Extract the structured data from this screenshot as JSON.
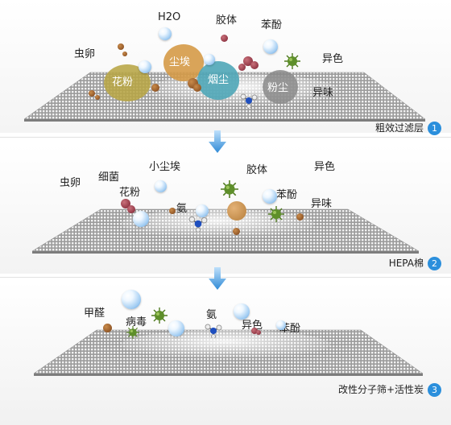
{
  "stage1": {
    "labels": {
      "h2o": "H2O",
      "colloid": "胶体",
      "benzene": "苯酚",
      "worm_egg": "虫卵",
      "color": "异色",
      "odor": "异味",
      "pollen": "花粉",
      "dust": "尘埃",
      "smoke": "烟尘",
      "powder": "粉尘"
    },
    "name": "粗效过滤层",
    "number": "1"
  },
  "stage2": {
    "labels": {
      "worm_egg": "虫卵",
      "bacteria": "细菌",
      "fine_dust": "小尘埃",
      "pollen": "花粉",
      "ammonia": "氨",
      "colloid": "胶体",
      "color": "异色",
      "benzene": "苯酚",
      "odor": "异味"
    },
    "name": "HEPA棉",
    "number": "2"
  },
  "stage3": {
    "labels": {
      "formaldehyde": "甲醛",
      "virus": "病毒",
      "ammonia": "氨",
      "color": "异色",
      "benzene": "苯酚"
    },
    "name": "改性分子筛+活性炭",
    "number": "3"
  },
  "colors": {
    "pollen_circle": "#b7a544",
    "dust_circle": "#d59a47",
    "smoke_circle": "#4fa6b7",
    "powder_circle": "#8a8a8a",
    "arrow": "#3b93dc",
    "number_badge": "#2b8fdc"
  }
}
